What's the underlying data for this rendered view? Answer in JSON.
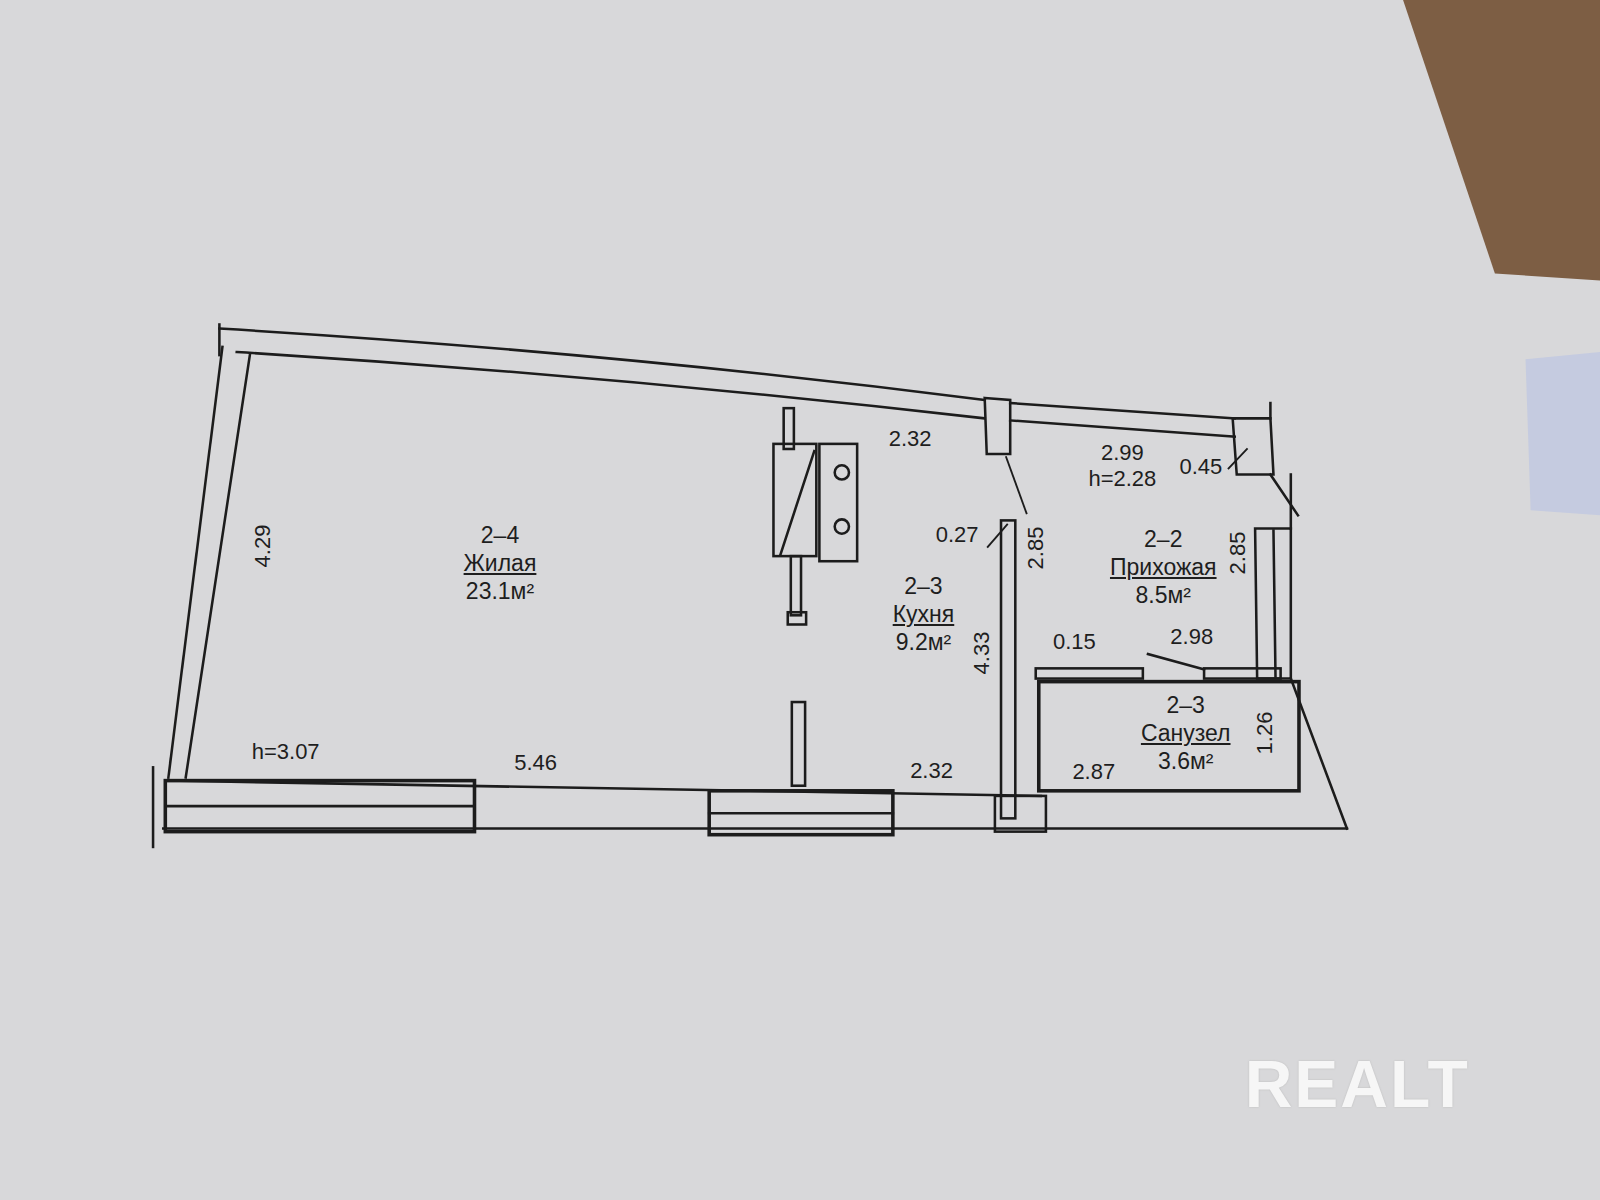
{
  "diagram": {
    "nodes": [
      {
        "text": [
          "2–4",
          "Жилая",
          "23.1м²"
        ]
      },
      {
        "text": [
          "2–3",
          "Кухня",
          "9.2м²"
        ]
      },
      {
        "text": [
          "2–2",
          "Прихожая",
          "8.5м²"
        ]
      },
      {
        "text": [
          "2–3",
          "Санузел",
          "3.6м²"
        ]
      }
    ],
    "labels": [
      "4.29",
      "2.32",
      "h=3.07",
      "5.46",
      "2.32",
      "0.27",
      "4.33",
      "2.85",
      "2.99",
      "h=2.28",
      "0.45",
      "2.85",
      "0.15",
      "2.98",
      "2.87",
      "1.26",
      "REALT"
    ]
  }
}
